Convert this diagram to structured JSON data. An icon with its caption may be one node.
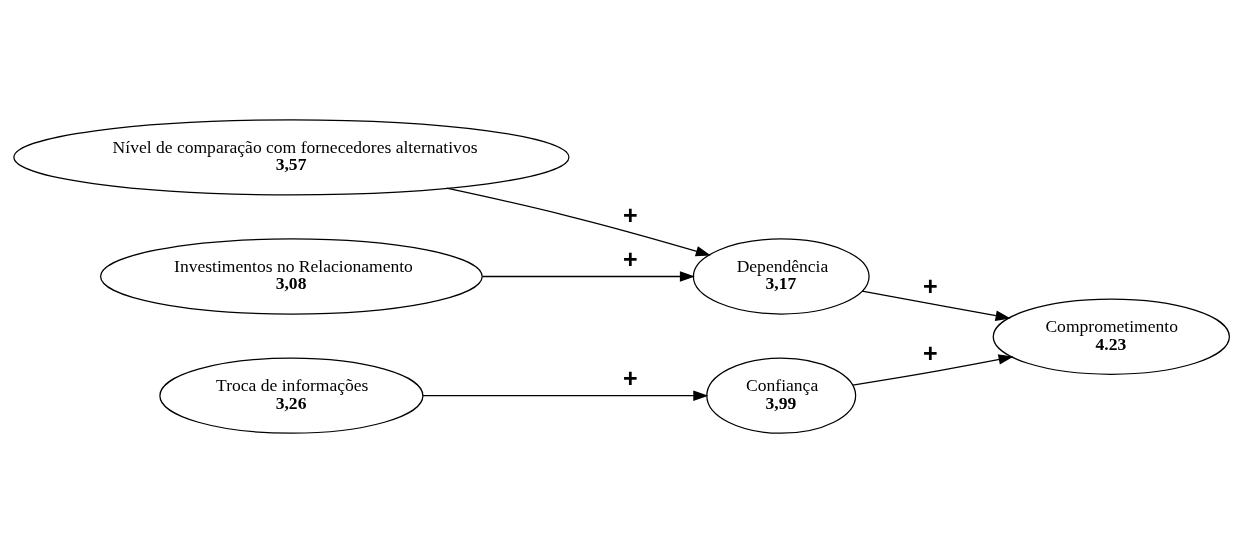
{
  "diagram": {
    "nodes": [
      {
        "text": [
          "Investimentos no Relacionamento",
          "3,08"
        ]
      },
      {
        "text": [
          "Nível de comparação com fornecedores alternativos",
          "3,57"
        ]
      },
      {
        "text": [
          "Dependência",
          "3,17"
        ]
      },
      {
        "text": [
          "Comprometimento",
          "4.23"
        ]
      },
      {
        "text": [
          "Troca de informações",
          "3,26"
        ]
      },
      {
        "text": [
          "Confiança",
          "3,99"
        ]
      }
    ],
    "edges": [
      {
        "from": 0,
        "to": 2,
        "arrow": "to",
        "label": "+"
      },
      {
        "from": 1,
        "to": 2,
        "arrow": "to",
        "label": "+"
      },
      {
        "from": 2,
        "to": 3,
        "arrow": "to",
        "label": "+"
      },
      {
        "from": 4,
        "to": 5,
        "arrow": "to",
        "label": "+"
      },
      {
        "from": 5,
        "to": 3,
        "arrow": "to",
        "label": "+"
      }
    ]
  }
}
